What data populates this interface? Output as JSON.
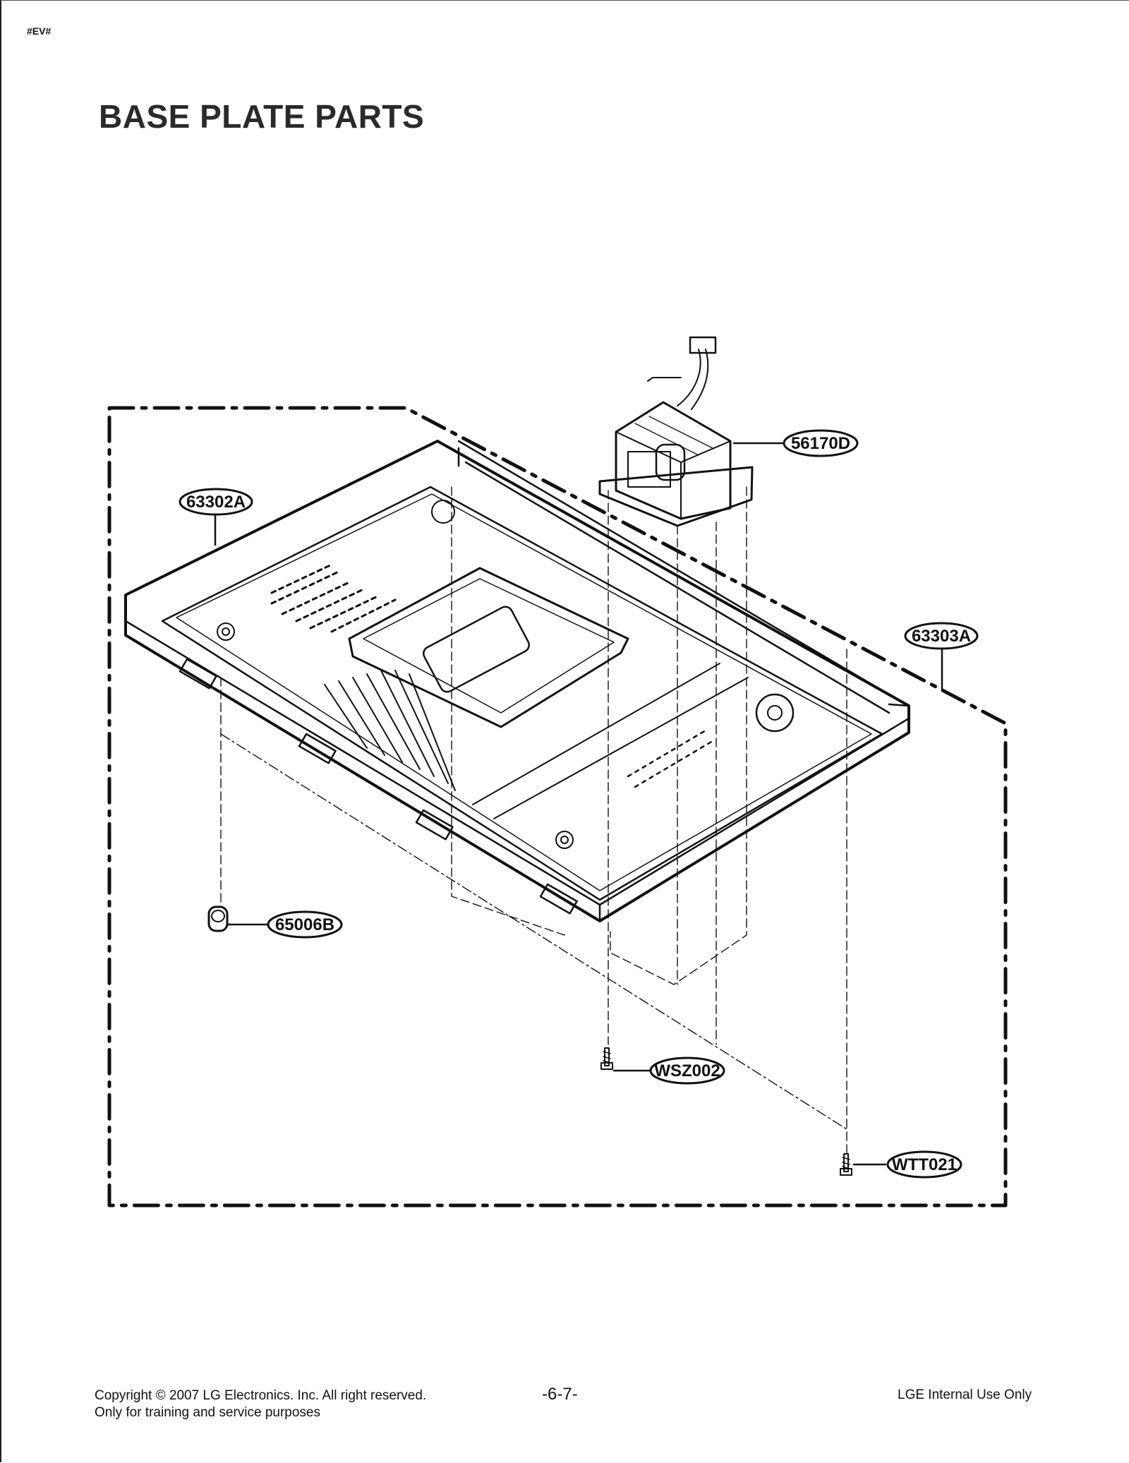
{
  "header": {
    "code": "#EV#",
    "title": "BASE PLATE PARTS"
  },
  "diagram": {
    "callouts": [
      {
        "id": "63302A",
        "label": "63302A"
      },
      {
        "id": "56170D",
        "label": "56170D"
      },
      {
        "id": "63303A",
        "label": "63303A"
      },
      {
        "id": "65006B",
        "label": "65006B"
      },
      {
        "id": "WSZ002",
        "label": "WSZ002"
      },
      {
        "id": "WTT021",
        "label": "WTT021"
      }
    ]
  },
  "footer": {
    "copyright": "Copyright © 2007 LG Electronics. Inc. All right reserved.",
    "purpose": "Only for training and service purposes",
    "page_number": "-6-7-",
    "usage": "LGE Internal Use Only"
  }
}
